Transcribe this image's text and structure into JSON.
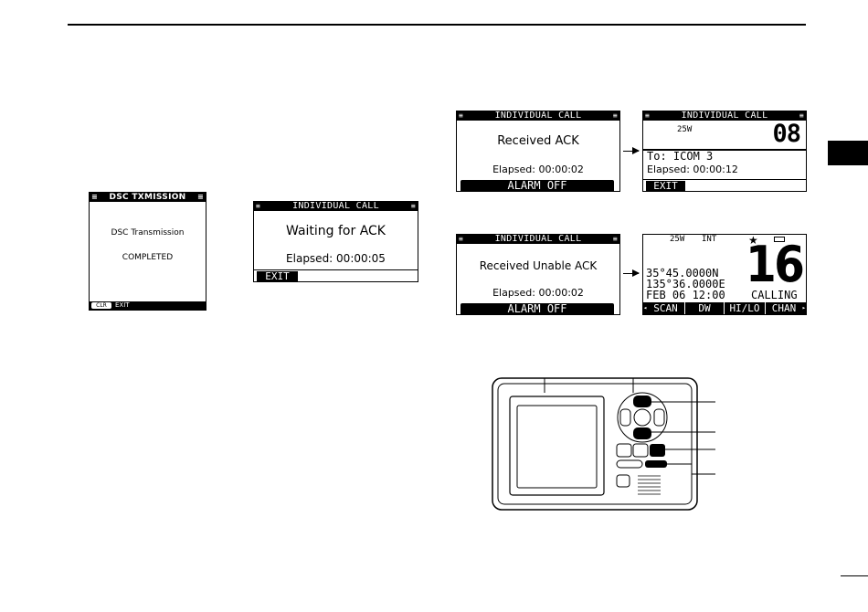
{
  "screens": {
    "dsc_tx": {
      "title": "DSC TXMISSION",
      "line1": "DSC Transmission",
      "line2": "COMPLETED",
      "key_clr": "CLR",
      "key_exit": "EXIT"
    },
    "waiting": {
      "title": "INDIVIDUAL CALL",
      "message": "Waiting for ACK",
      "elapsed": "Elapsed: 00:00:05",
      "exit": "EXIT"
    },
    "received_ack": {
      "title": "INDIVIDUAL CALL",
      "message": "Received ACK",
      "elapsed": "Elapsed: 00:00:02",
      "alarm": "ALARM OFF"
    },
    "ack_call": {
      "title": "INDIVIDUAL CALL",
      "power": "25W",
      "channel": "08",
      "to": "To: ICOM 3",
      "elapsed": "Elapsed: 00:00:12",
      "exit": "EXIT"
    },
    "received_unable": {
      "title": "INDIVIDUAL CALL",
      "message": "Received Unable ACK",
      "elapsed": "Elapsed: 00:00:02",
      "alarm": "ALARM OFF"
    },
    "main": {
      "power": "25W",
      "mode": "INT",
      "lat": "35°45.0000N",
      "lon": "135°36.0000E",
      "datetime": "FEB 06 12:00",
      "channel": "16",
      "status": "CALLING",
      "softkeys": [
        "SCAN",
        "DW",
        "HI/LO",
        "CHAN"
      ]
    }
  },
  "icons": {
    "menu": "menu-icon",
    "star": "favorite-star-icon",
    "battery": "battery-icon",
    "arrow": "arrow-right-icon"
  }
}
